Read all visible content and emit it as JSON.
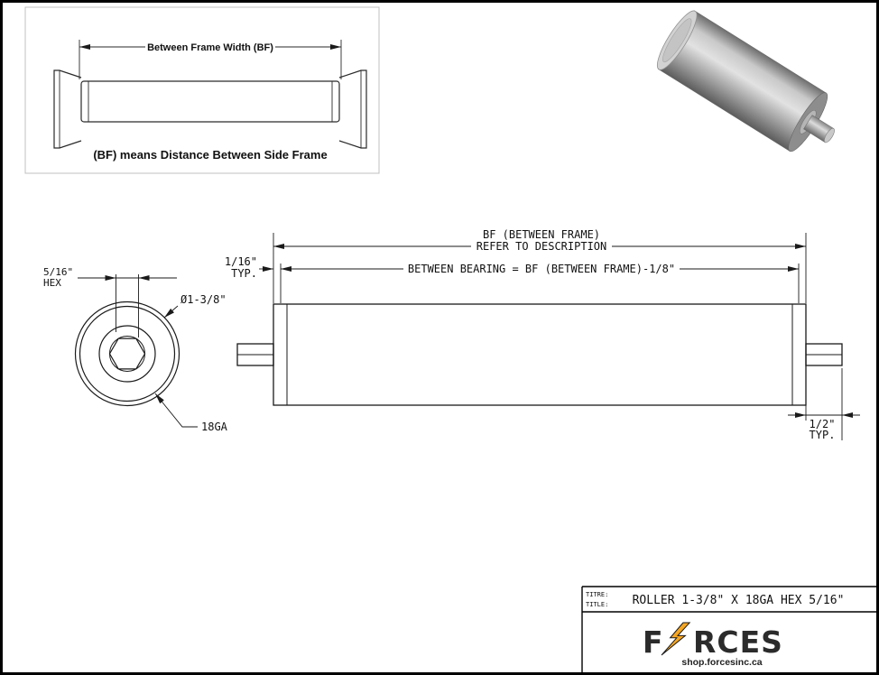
{
  "legend": {
    "dim_label": "Between Frame Width (BF)",
    "caption": "(BF) means Distance Between Side Frame"
  },
  "end_view": {
    "hex_size": "5/16\"",
    "hex_word": "HEX",
    "diameter": "Ø1-3/8\"",
    "gauge": "18GA"
  },
  "side_view": {
    "bf_label_line1": "BF (BETWEEN FRAME)",
    "bf_label_line2": "REFER TO DESCRIPTION",
    "between_bearing_label": "BETWEEN BEARING = BF (BETWEEN FRAME)-1/8\"",
    "left_typ_value": "1/16\"",
    "left_typ_word": "TYP.",
    "right_typ_value": "1/2\"",
    "right_typ_word": "TYP."
  },
  "title_block": {
    "label_fr": "TITRE:",
    "label_en": "TITLE:",
    "drawing_title": "ROLLER 1-3/8\" X 18GA HEX 5/16\"",
    "brand_f": "F",
    "brand_rest": "RCES",
    "website": "shop.forcesinc.ca",
    "accent_color": "#f5a623"
  }
}
